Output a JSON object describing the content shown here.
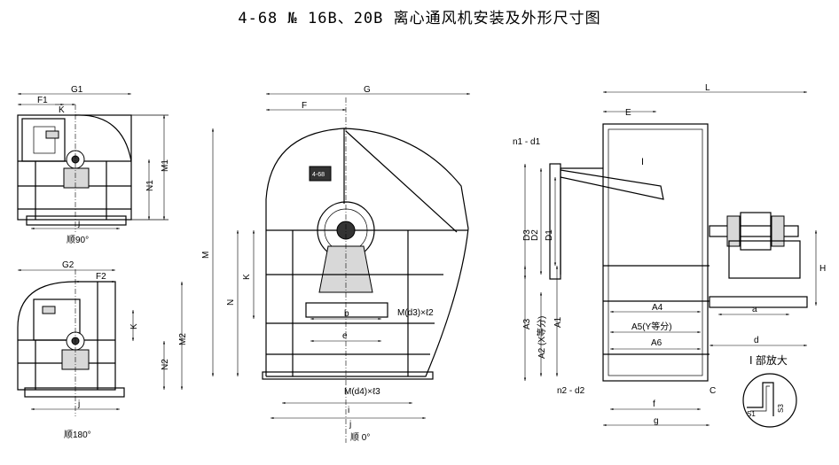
{
  "title": "4-68 № 16B、20B 离心通风机安装及外形尺寸图",
  "views": {
    "rot90": {
      "caption": "顺90°",
      "labels": [
        "G1",
        "F1",
        "K",
        "M1",
        "N1",
        "j"
      ]
    },
    "rot180": {
      "caption": "顺180°",
      "labels": [
        "G2",
        "F2",
        "K",
        "M2",
        "N2",
        "j"
      ]
    },
    "rot0": {
      "caption": "顺 0°",
      "labels": [
        "G",
        "F",
        "M",
        "N",
        "K",
        "b",
        "M(d3)×ℓ2",
        "e",
        "M(d4)×ℓ3",
        "i",
        "j"
      ]
    },
    "side": {
      "labels": [
        "L",
        "E",
        "n1 - d1",
        "D3",
        "D2",
        "D1",
        "A3",
        "A2 (X等分)",
        "A1",
        "A4",
        "A5(Y等分)",
        "A6",
        "a",
        "d",
        "H",
        "n2 - d2",
        "C",
        "f",
        "g"
      ]
    }
  },
  "detail": {
    "caption": "Ⅰ 部放大",
    "marker": "Ⅰ",
    "labels": [
      "S1",
      "S3"
    ]
  },
  "plate_text": "4-68"
}
